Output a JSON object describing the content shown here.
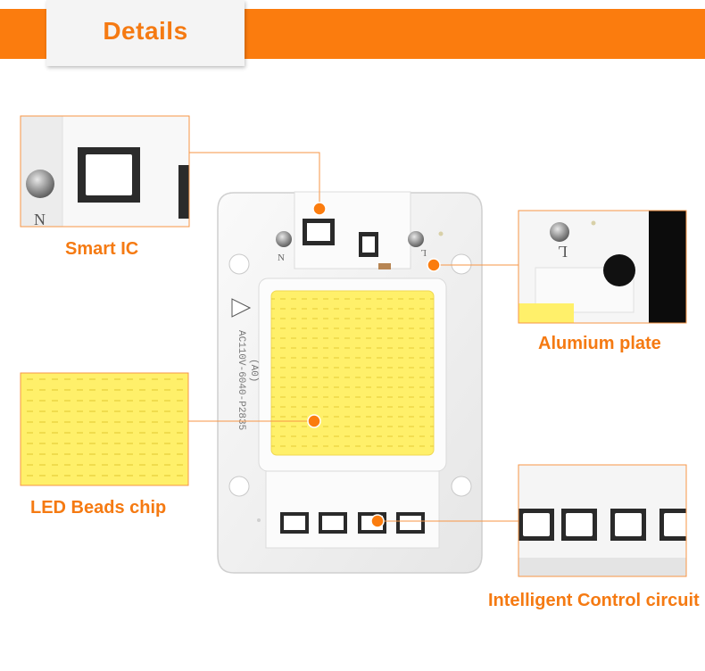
{
  "header": {
    "title": "Details"
  },
  "board": {
    "left_pad_label": "N",
    "right_pad_label": "L",
    "model_text": "AC110V-6040-P2835",
    "version_text": "(A0)"
  },
  "callouts": {
    "smart_ic": "Smart IC",
    "aluminium_plate": "Alumium plate",
    "led_chip": "LED Beads chip",
    "control_circuit": "Intelligent Control circuit"
  },
  "colors": {
    "accent": "#fb7c0e",
    "led_yellow": "#fff06a",
    "board_white": "#f2f2f2"
  }
}
